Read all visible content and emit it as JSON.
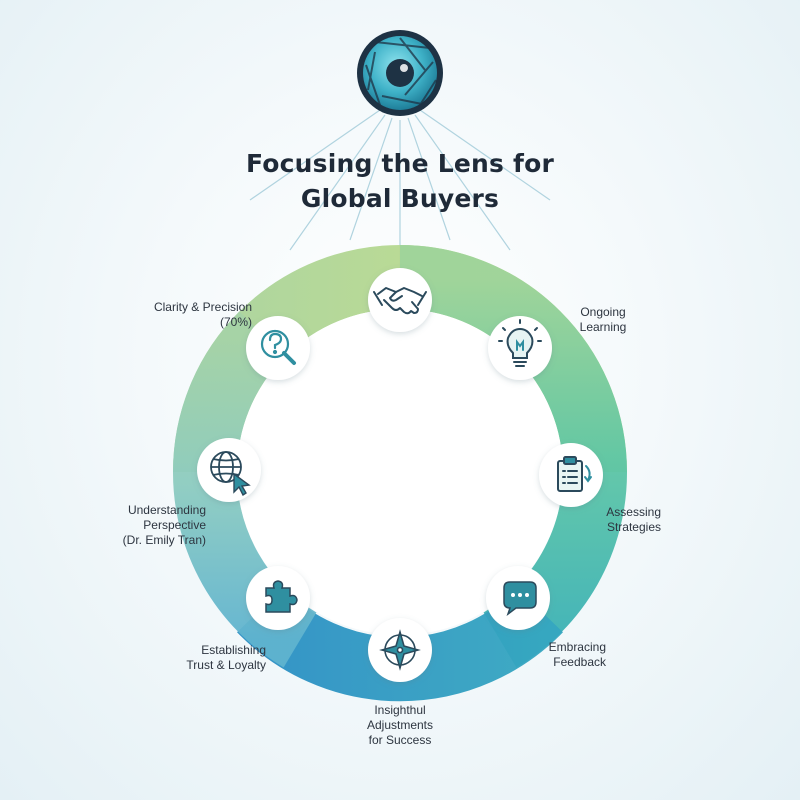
{
  "title": {
    "line1": "Focusing the Lens for",
    "line2": "Global Buyers"
  },
  "nodes": [
    {
      "icon": "handshake-icon",
      "lines": []
    },
    {
      "icon": "lightbulb-icon",
      "lines": [
        "Ongoing",
        "Learning"
      ]
    },
    {
      "icon": "clipboard-icon",
      "lines": [
        "Assessing",
        "Strategies"
      ]
    },
    {
      "icon": "chat-bubble-icon",
      "lines": [
        "Embracing",
        "Feedback"
      ]
    },
    {
      "icon": "compass-icon",
      "lines": [
        "Insighthul",
        "Adjustments",
        "for Success"
      ]
    },
    {
      "icon": "puzzle-piece-icon",
      "lines": [
        "Establishing",
        "Trust & Loyalty"
      ]
    },
    {
      "icon": "globe-cursor-icon",
      "lines": [
        "Understanding",
        "Perspective",
        "(Dr. Emily Tran)"
      ]
    },
    {
      "icon": "question-magnifier-icon",
      "lines": [
        "Clarity & Precision",
        "(70%)"
      ]
    }
  ],
  "colors": {
    "ring_green": "#b7d98a",
    "ring_mint": "#7fcfa8",
    "ring_teal": "#43b9b0",
    "ring_blue": "#2b9bc9",
    "ring_seafoam": "#8fc8bb",
    "icon_dark": "#2b4a5c",
    "icon_teal": "#2f8fa0",
    "lens_dark": "#1e3244"
  }
}
